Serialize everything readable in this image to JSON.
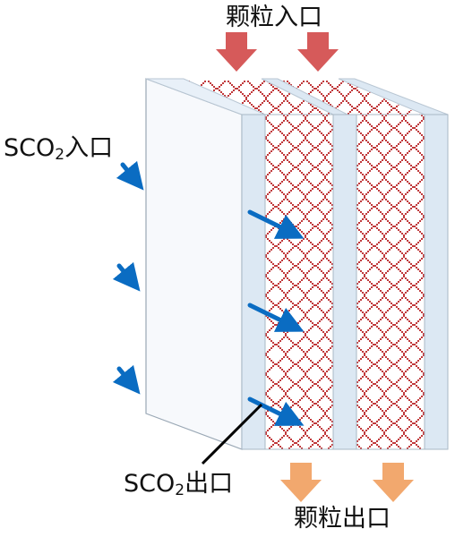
{
  "labels": {
    "particle_inlet": "颗粒入口",
    "sco2_inlet_prefix": "SCO",
    "sco2_inlet_sub": "2",
    "sco2_inlet_suffix": "入口",
    "sco2_outlet_prefix": "SCO",
    "sco2_outlet_sub": "2",
    "sco2_outlet_suffix": "出口",
    "particle_outlet": "颗粒出口"
  },
  "colors": {
    "particle_inlet_arrow": "#d65a5a",
    "particle_outlet_arrow": "#f2a86e",
    "sco2_arrow": "#0a6cc2",
    "plate_face": "#f7f9fc",
    "plate_edge": "#dce8f3",
    "pattern": "#c0393b",
    "outline": "#9aa8b5"
  }
}
